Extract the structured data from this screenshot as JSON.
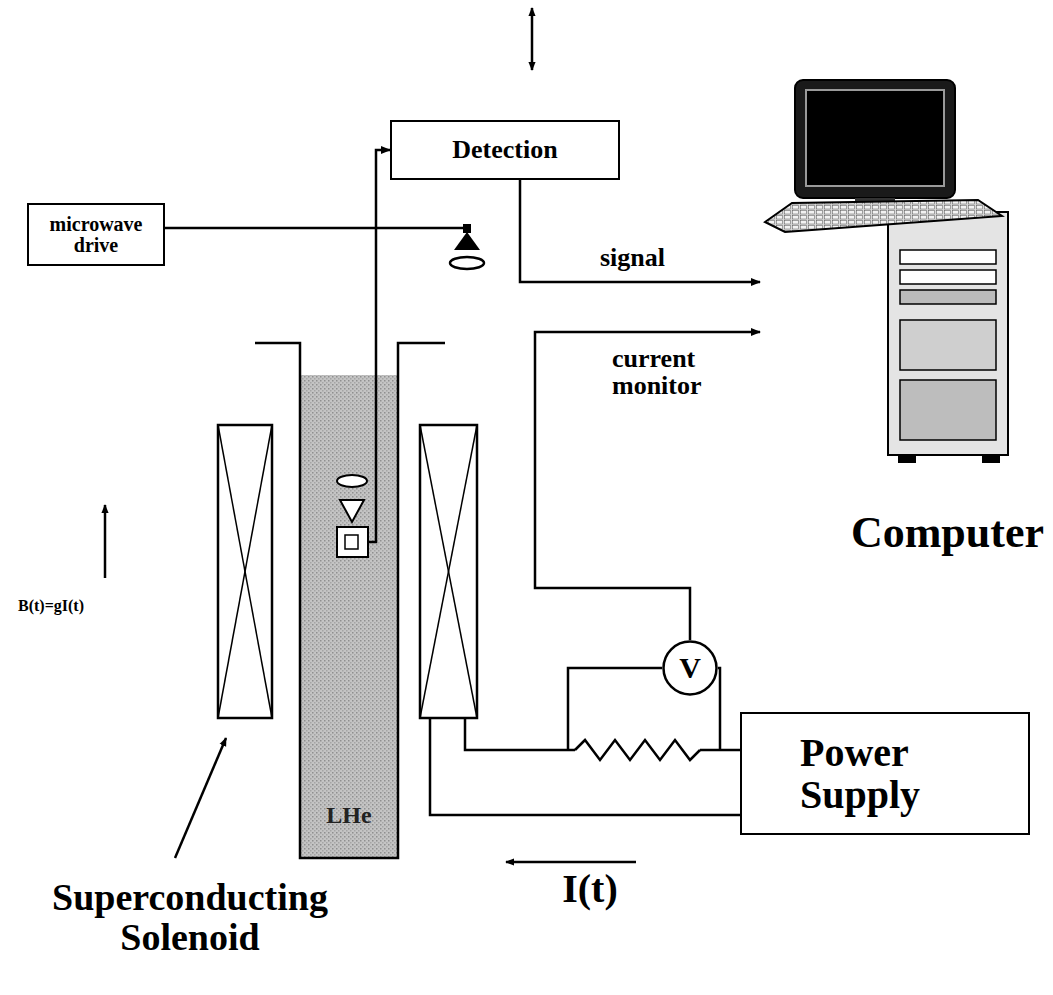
{
  "diagram": {
    "nodes": [
      {
        "text": [
          "microwave drive"
        ]
      },
      {
        "text": [
          "Detection"
        ]
      },
      {
        "text": [
          "Computer"
        ]
      },
      {
        "text": [
          "LHe"
        ]
      },
      {
        "text": [
          "V"
        ]
      },
      {
        "text": [
          "Power Supply"
        ]
      }
    ],
    "edges": [
      {
        "from": 3,
        "to": 1,
        "arrow": "to"
      },
      {
        "from": 1,
        "to": 2,
        "label": "signal",
        "arrow": "to"
      },
      {
        "from": 4,
        "to": 2,
        "label": "current monitor",
        "arrow": "to"
      }
    ],
    "labels": [
      "B(t)=gI(t)",
      "Superconducting Solenoid",
      "I(t)"
    ]
  }
}
